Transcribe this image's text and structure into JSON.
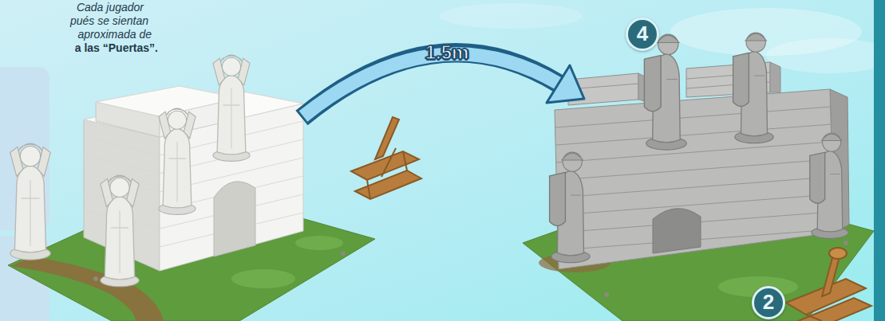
{
  "diagram": {
    "labels": [
      "Cada jugador",
      "pués se sientan",
      "aproximada de",
      "a las “Puertas”.",
      "1.5m",
      "4",
      "2"
    ]
  }
}
